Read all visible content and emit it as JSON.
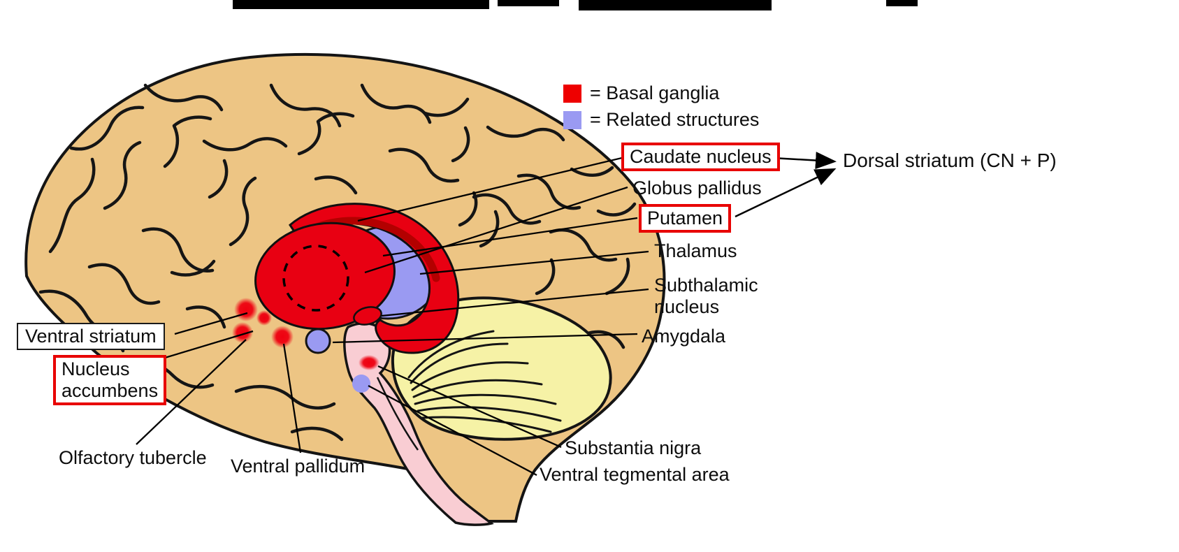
{
  "legend": {
    "items": [
      {
        "label": "= Basal ganglia",
        "color": "#ee0000",
        "swatch": "red-square-swatch"
      },
      {
        "label": "= Related structures",
        "color": "#9a9af2",
        "swatch": "blue-square-swatch"
      }
    ]
  },
  "labels": {
    "caudate_nucleus": "Caudate nucleus",
    "globus_pallidus": "Globus pallidus",
    "putamen": "Putamen",
    "thalamus": "Thalamus",
    "subthalamic_nucleus_line1": "Subthalamic",
    "subthalamic_nucleus_line2": "nucleus",
    "amygdala": "Amygdala",
    "substantia_nigra": "Substantia nigra",
    "ventral_tegmental_area": "Ventral tegmental area",
    "dorsal_striatum": "Dorsal striatum (CN + P)",
    "ventral_striatum": "Ventral striatum",
    "nucleus_accumbens_line1": "Nucleus",
    "nucleus_accumbens_line2": "accumbens",
    "olfactory_tubercle": "Olfactory tubercle",
    "ventral_pallidum": "Ventral pallidum"
  },
  "highlights": {
    "red_boxed": [
      "Caudate nucleus",
      "Putamen",
      "Nucleus accumbens"
    ],
    "black_boxed": [
      "Ventral striatum"
    ]
  },
  "colors": {
    "basal_ganglia_red": "#e80012",
    "related_structure_blue": "#9a9af2",
    "brain_tan": "#edc584",
    "cerebellum_yellow": "#f6f2a6",
    "brainstem_pink": "#f9cdd3",
    "outline_black": "#141414"
  }
}
